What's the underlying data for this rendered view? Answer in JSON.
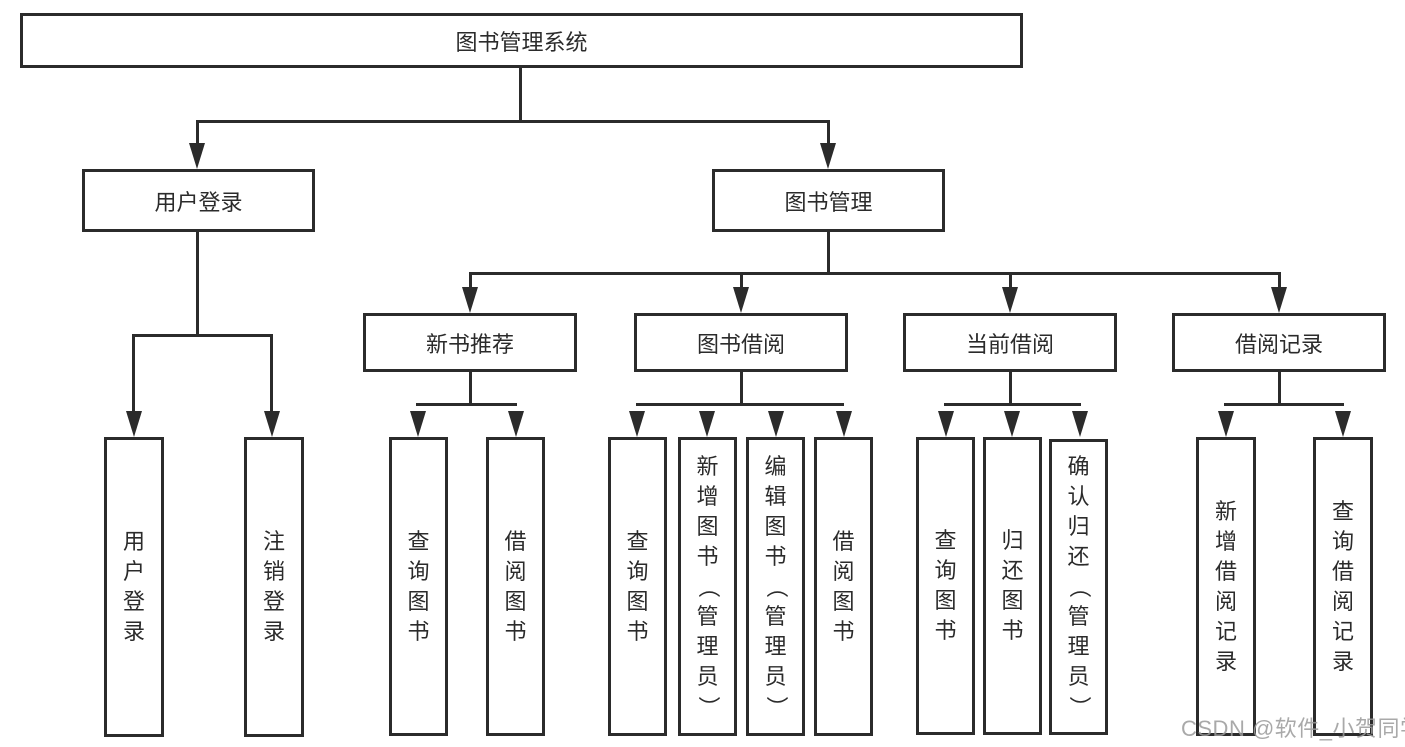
{
  "title": "图书管理系统",
  "watermark": "CSDN @软件_小贺同学",
  "colors": {
    "line": "#2b2b2b",
    "text": "#2b2b2b",
    "background": "#ffffff"
  },
  "tree": {
    "root": {
      "label": "图书管理系统"
    },
    "branches": [
      {
        "label": "用户登录",
        "children": [
          {
            "label": "用户登录"
          },
          {
            "label": "注销登录"
          }
        ]
      },
      {
        "label": "图书管理",
        "groups": [
          {
            "label": "新书推荐",
            "children": [
              {
                "label": "查询图书"
              },
              {
                "label": "借阅图书"
              }
            ]
          },
          {
            "label": "图书借阅",
            "children": [
              {
                "label": "查询图书"
              },
              {
                "label": "新增图书（管理员）"
              },
              {
                "label": "编辑图书（管理员）"
              },
              {
                "label": "借阅图书"
              }
            ]
          },
          {
            "label": "当前借阅",
            "children": [
              {
                "label": "查询图书"
              },
              {
                "label": "归还图书"
              },
              {
                "label": "确认归还（管理员）"
              }
            ]
          },
          {
            "label": "借阅记录",
            "children": [
              {
                "label": "新增借阅记录"
              },
              {
                "label": "查询借阅记录"
              }
            ]
          }
        ]
      }
    ]
  }
}
